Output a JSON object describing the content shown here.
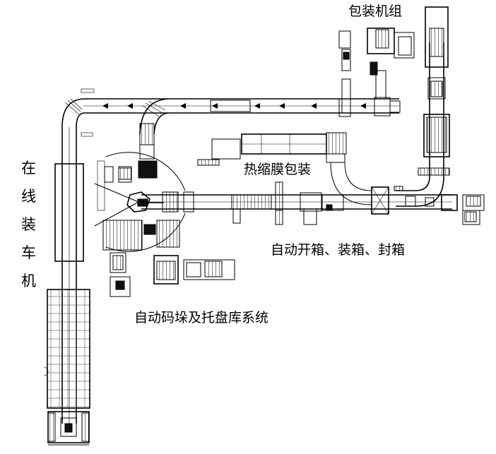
{
  "labels": {
    "packing_unit": "包装机组",
    "shrink_wrap": "热缩膜包装",
    "case_ops": "自动开箱、装箱、封箱",
    "palletizing": "自动码垛及托盘库系统",
    "loader_chars": [
      "在",
      "线",
      "装",
      "车",
      "机"
    ]
  }
}
